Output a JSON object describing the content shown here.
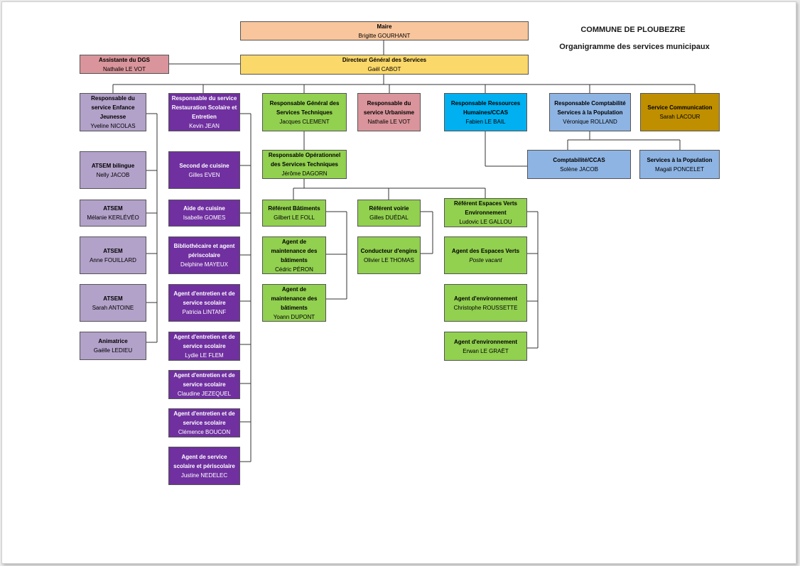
{
  "header": {
    "commune": "COMMUNE DE PLOUBEZRE",
    "subtitle": "Organigramme des services municipaux"
  },
  "colors": {
    "maire": "#f8c59c",
    "dgs": "#fbd86a",
    "assistante": "#d9959b",
    "enfance": "#b2a1c9",
    "restauration": "#7030a0",
    "techniques": "#92d050",
    "rh": "#00b0f0",
    "comptabilite": "#8eb4e3",
    "communication": "#bf8f00"
  },
  "boxes": {
    "maire": {
      "title": "Maire",
      "name": "Brigitte GOURHANT"
    },
    "dgs": {
      "title": "Directeur Général des Services",
      "name": "Gaël CABOT"
    },
    "assistante": {
      "title": "Assistante du DGS",
      "name": "Nathalie LE VOT"
    },
    "enfance": {
      "title": "Responsable du service Enfance Jeunesse",
      "name": "Yveline NICOLAS"
    },
    "atsem_bilingue": {
      "title": "ATSEM bilingue",
      "name": "Nelly JACOB"
    },
    "atsem1": {
      "title": "ATSEM",
      "name": "Mélanie KERLÉVÉO"
    },
    "atsem2": {
      "title": "ATSEM",
      "name": "Anne FOUILLARD"
    },
    "atsem3": {
      "title": "ATSEM",
      "name": "Sarah ANTOINE"
    },
    "animatrice": {
      "title": "Animatrice",
      "name": "Gaëlle LEDIEU"
    },
    "restauration": {
      "title": "Responsable du service Restauration Scolaire et Entretien",
      "name": "Kevin JEAN"
    },
    "second_cuisine": {
      "title": "Second de cuisine",
      "name": "Gilles EVEN"
    },
    "aide_cuisine": {
      "title": "Aide de cuisine",
      "name": "Isabelle GOMES"
    },
    "bibliothecaire": {
      "title": "Bibliothécaire et agent périscolaire",
      "name": "Delphine MAYEUX"
    },
    "entretien1": {
      "title": "Agent d'entretien et de service scolaire",
      "name": "Patricia LINTANF"
    },
    "entretien2": {
      "title": "Agent d'entretien et de service scolaire",
      "name": "Lydie LE FLEM"
    },
    "entretien3": {
      "title": "Agent d'entretien et de service scolaire",
      "name": "Claudine JEZEQUEL"
    },
    "entretien4": {
      "title": "Agent d'entretien et de service scolaire",
      "name": "Clémence BOUCON"
    },
    "periscolaire": {
      "title": "Agent de service scolaire et périscolaire",
      "name": "Justine NEDELEC"
    },
    "techniques": {
      "title": "Responsable Général des Services Techniques",
      "name": "Jacques CLEMENT"
    },
    "operationnel": {
      "title": "Responsable Opérationnel des Services Techniques",
      "name": "Jérôme DAGORN"
    },
    "batiments": {
      "title": "Référent Bâtiments",
      "name": "Gilbert LE FOLL"
    },
    "maint1": {
      "title": "Agent de maintenance des bâtiments",
      "name": "Cédric PÉRON"
    },
    "maint2": {
      "title": "Agent de maintenance des bâtiments",
      "name": "Yoann DUPONT"
    },
    "voirie": {
      "title": "Référent voirie",
      "name": "Gilles DUÉDAL"
    },
    "conducteur": {
      "title": "Conducteur d'engins",
      "name": "Olivier LE THOMAS"
    },
    "espaces_verts": {
      "title": "Référent Espaces Verts Environnement",
      "name": "Ludovic LE GALLOU"
    },
    "agent_ev": {
      "title": "Agent des Espaces Verts",
      "name": "Poste vacant"
    },
    "env1": {
      "title": "Agent d'environnement",
      "name": "Christophe ROUSSETTE"
    },
    "env2": {
      "title": "Agent d'environnement",
      "name": "Erwan LE GRAËT"
    },
    "urbanisme": {
      "title": "Responsable du service Urbanisme",
      "name": "Nathalie LE VOT"
    },
    "rh": {
      "title": "Responsable Ressources Humaines/CCAS",
      "name": "Fabien LE BAIL"
    },
    "comptabilite": {
      "title": "Responsable Comptabilité Services à la Population",
      "name": "Véronique ROLLAND"
    },
    "compta_ccas": {
      "title": "Comptabilité/CCAS",
      "name": "Solène JACOB"
    },
    "services_pop": {
      "title": "Services à la Population",
      "name": "Magali PONCELET"
    },
    "communication": {
      "title": "Service Communication",
      "name": "Sarah LACOUR"
    }
  }
}
